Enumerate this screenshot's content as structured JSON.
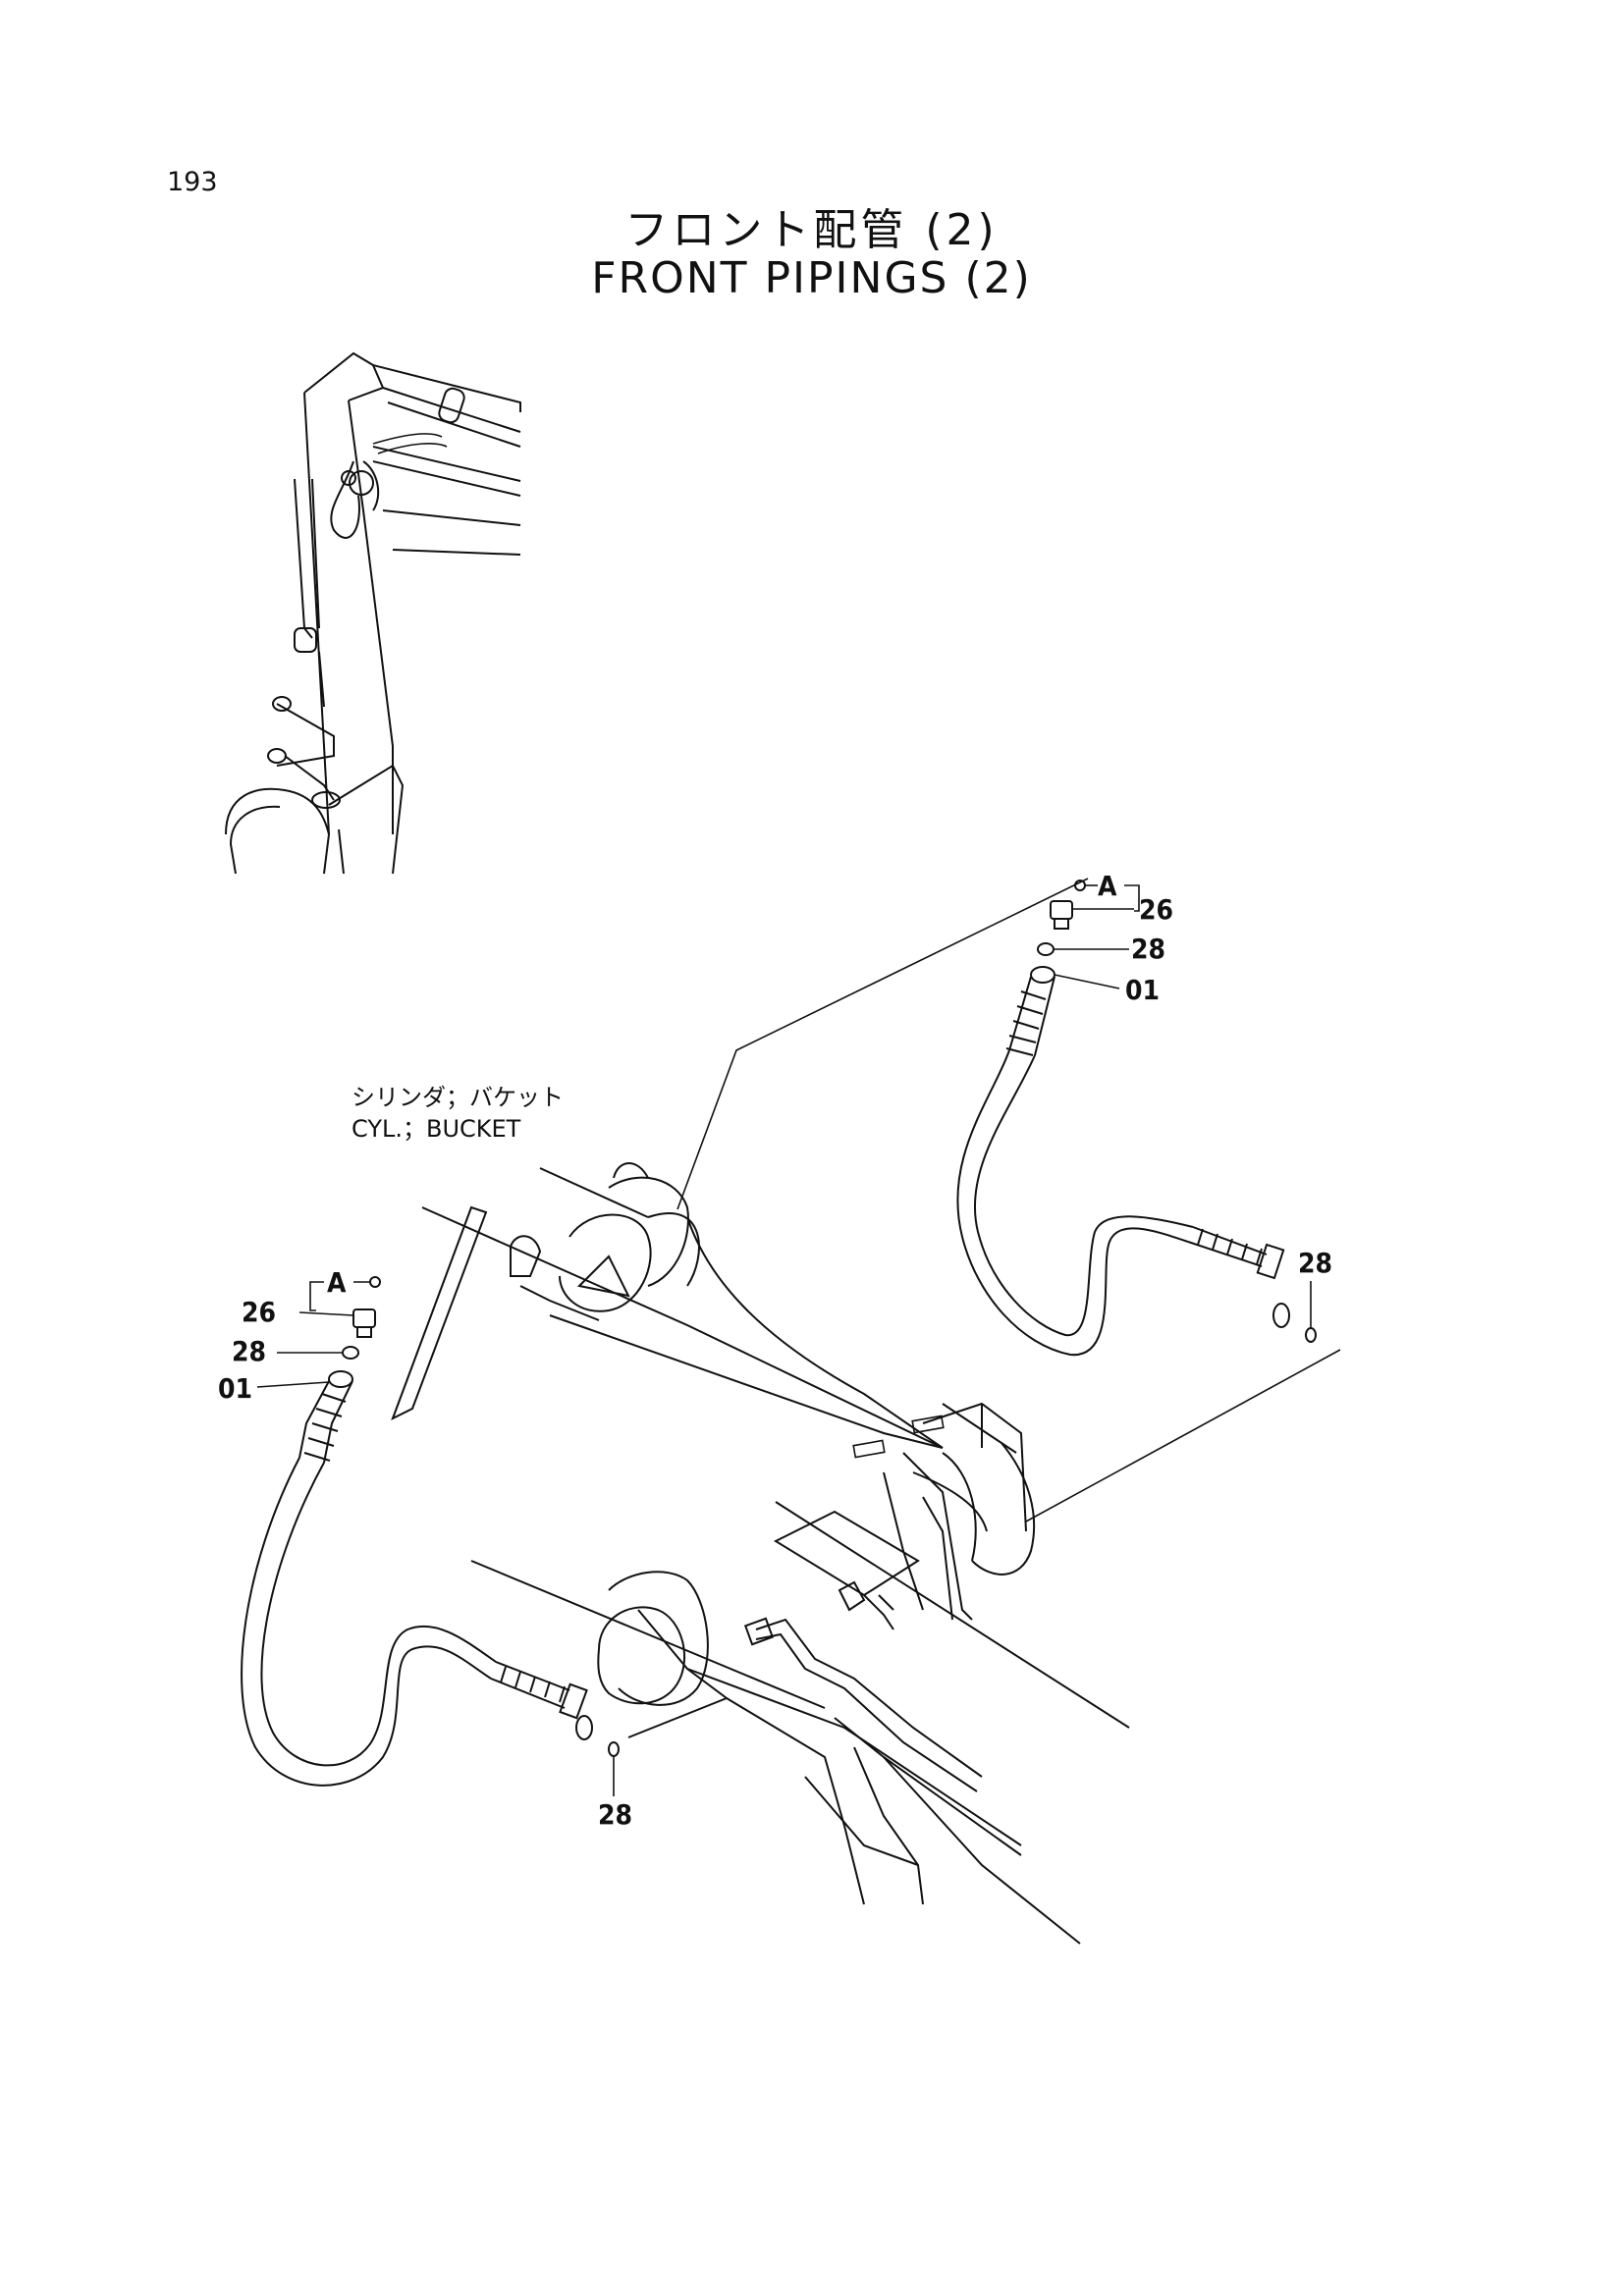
{
  "page": {
    "number": "193",
    "title_jp": "フロント配管 (2)",
    "title_en": "FRONT PIPINGS (2)"
  },
  "cylinder_label": {
    "jp": "シリンダ；バケット",
    "en": "CYL.；BUCKET"
  },
  "callouts": {
    "detail_ref": "A",
    "upper_right": {
      "fitting": "26",
      "oring": "28",
      "hose": "01",
      "end_oring": "28"
    },
    "left": {
      "fitting": "26",
      "oring": "28",
      "hose": "01",
      "end_oring": "28"
    }
  }
}
